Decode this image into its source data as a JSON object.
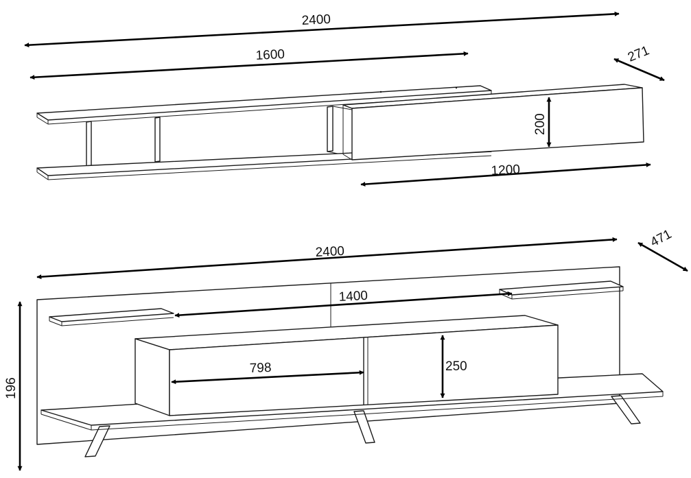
{
  "wall_unit": {
    "total_width": "2400",
    "shelf_width": "1600",
    "depth": "271",
    "cabinet_height": "200",
    "cabinet_width": "1200"
  },
  "tv_stand": {
    "total_width": "2400",
    "depth": "471",
    "shelf_span": "1400",
    "drawer_width": "798",
    "cabinet_height": "250",
    "height": "196"
  }
}
